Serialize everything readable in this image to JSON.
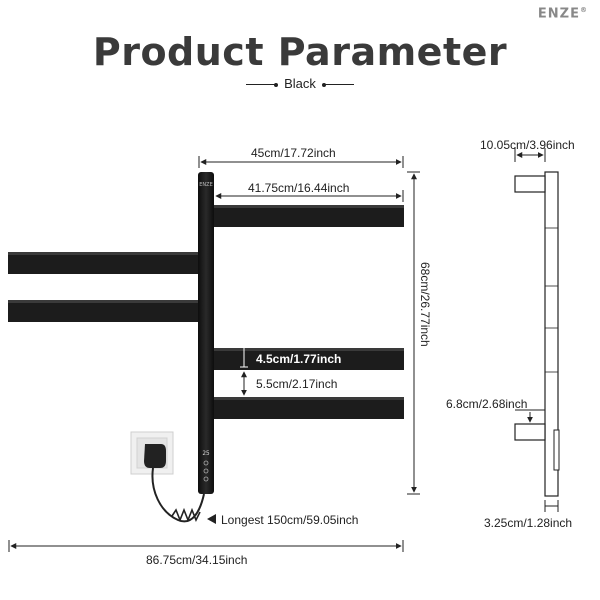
{
  "brand": {
    "name": "ENZE",
    "mark": "®"
  },
  "header": {
    "title": "Product Parameter",
    "color_label": "Black"
  },
  "dimensions": {
    "top_width": "45cm/17.72inch",
    "bar_length": "41.75cm/16.44inch",
    "height": "68cm/26.77inch",
    "bar_thickness": "4.5cm/1.77inch",
    "bar_gap": "5.5cm/2.17inch",
    "cable_length": "Longest 150cm/59.05inch",
    "total_width": "86.75cm/34.15inch",
    "side_depth": "10.05cm/3.96inch",
    "side_offset": "6.8cm/2.68inch",
    "side_pole_width": "3.25cm/1.28inch"
  },
  "display": {
    "reading": "25"
  },
  "colors": {
    "product": "#1c1c1c",
    "accent_line": "#222222"
  }
}
